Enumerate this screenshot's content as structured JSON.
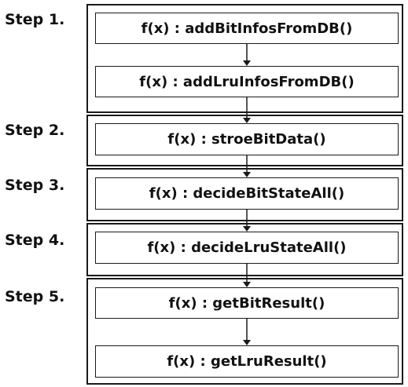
{
  "steps": [
    {
      "label": "Step 1.",
      "functions": [
        "f(x) : addBitInfosFromDB()",
        "f(x) : addLruInfosFromDB()"
      ]
    },
    {
      "label": "Step 2.",
      "functions": [
        "f(x) : stroeBitData()"
      ]
    },
    {
      "label": "Step 3.",
      "functions": [
        "f(x) : decideBitStateAll()"
      ]
    },
    {
      "label": "Step 4.",
      "functions": [
        "f(x) : decideLruStateAll()"
      ]
    },
    {
      "label": "Step 5.",
      "functions": [
        "f(x) : getBitResult()",
        "f(x) : getLruResult()"
      ]
    }
  ],
  "colors": {
    "line": "#1a1a1a",
    "text": "#111111",
    "background": "#ffffff"
  }
}
